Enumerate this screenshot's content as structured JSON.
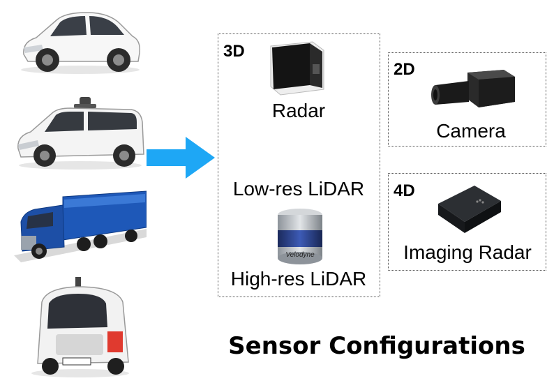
{
  "title": "Sensor Configurations",
  "vehicles": [
    {
      "icon": "suv-icon"
    },
    {
      "icon": "minivan-icon"
    },
    {
      "icon": "semi-truck-icon"
    },
    {
      "icon": "delivery-pod-icon"
    }
  ],
  "groups": {
    "d3": {
      "tag": "3D",
      "radar_label": "Radar",
      "lowres_label": "Low-res LiDAR",
      "highres_label": "High-res LiDAR",
      "lidar_brand": "Velodyne"
    },
    "d2": {
      "tag": "2D",
      "camera_label": "Camera"
    },
    "d4": {
      "tag": "4D",
      "imaging_radar_label": "Imaging Radar"
    }
  },
  "colors": {
    "arrow": "#1ea7f5",
    "truck": "#1e58b8"
  }
}
